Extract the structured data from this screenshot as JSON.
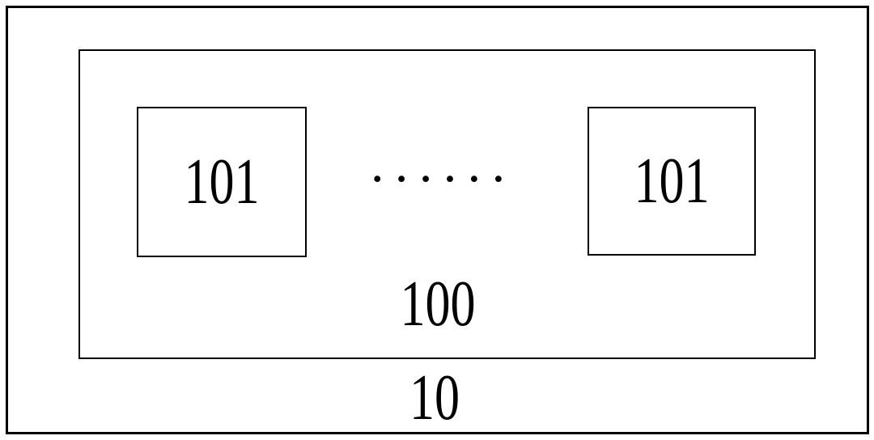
{
  "diagram": {
    "outer_box_label": "10",
    "inner_box_label": "100",
    "unit_boxes": [
      "101",
      "101"
    ],
    "ellipsis": "••••••",
    "colors": {
      "line": "#000000",
      "background": "#ffffff",
      "text": "#000000"
    }
  }
}
